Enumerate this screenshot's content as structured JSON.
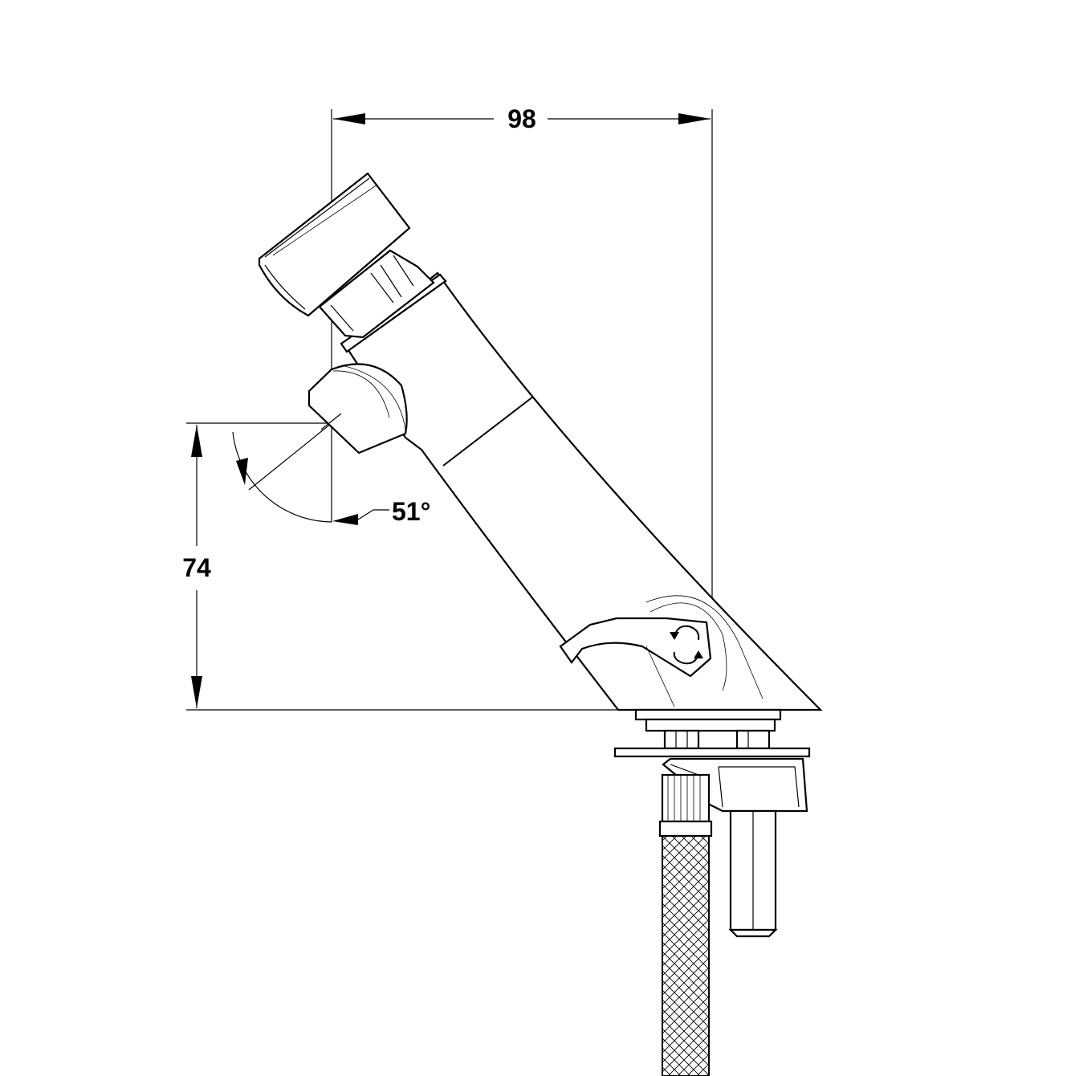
{
  "dimensions": {
    "width_value": "98",
    "height_value": "74",
    "angle_value": "51°"
  },
  "icons": {
    "rotation_arrows": "rotate-arrows-icon"
  },
  "colors": {
    "line": "#000000",
    "background": "#ffffff"
  }
}
